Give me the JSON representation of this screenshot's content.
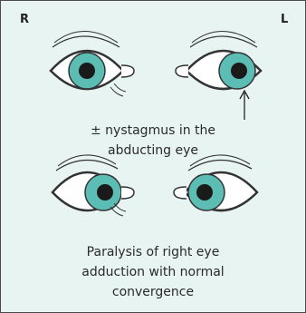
{
  "labels": {
    "right": "R",
    "left": "L"
  },
  "captions": {
    "nystagmus_line1": "± nystagmus in the",
    "nystagmus_line2": "abducting eye",
    "paralysis_line1": "Paralysis of right eye",
    "paralysis_line2": "adduction with normal",
    "paralysis_line3": "convergence"
  },
  "colors": {
    "background": "#e8f4f1",
    "iris": "#5bbdb4",
    "pupil": "#1a1a1a",
    "outline": "#333333"
  }
}
